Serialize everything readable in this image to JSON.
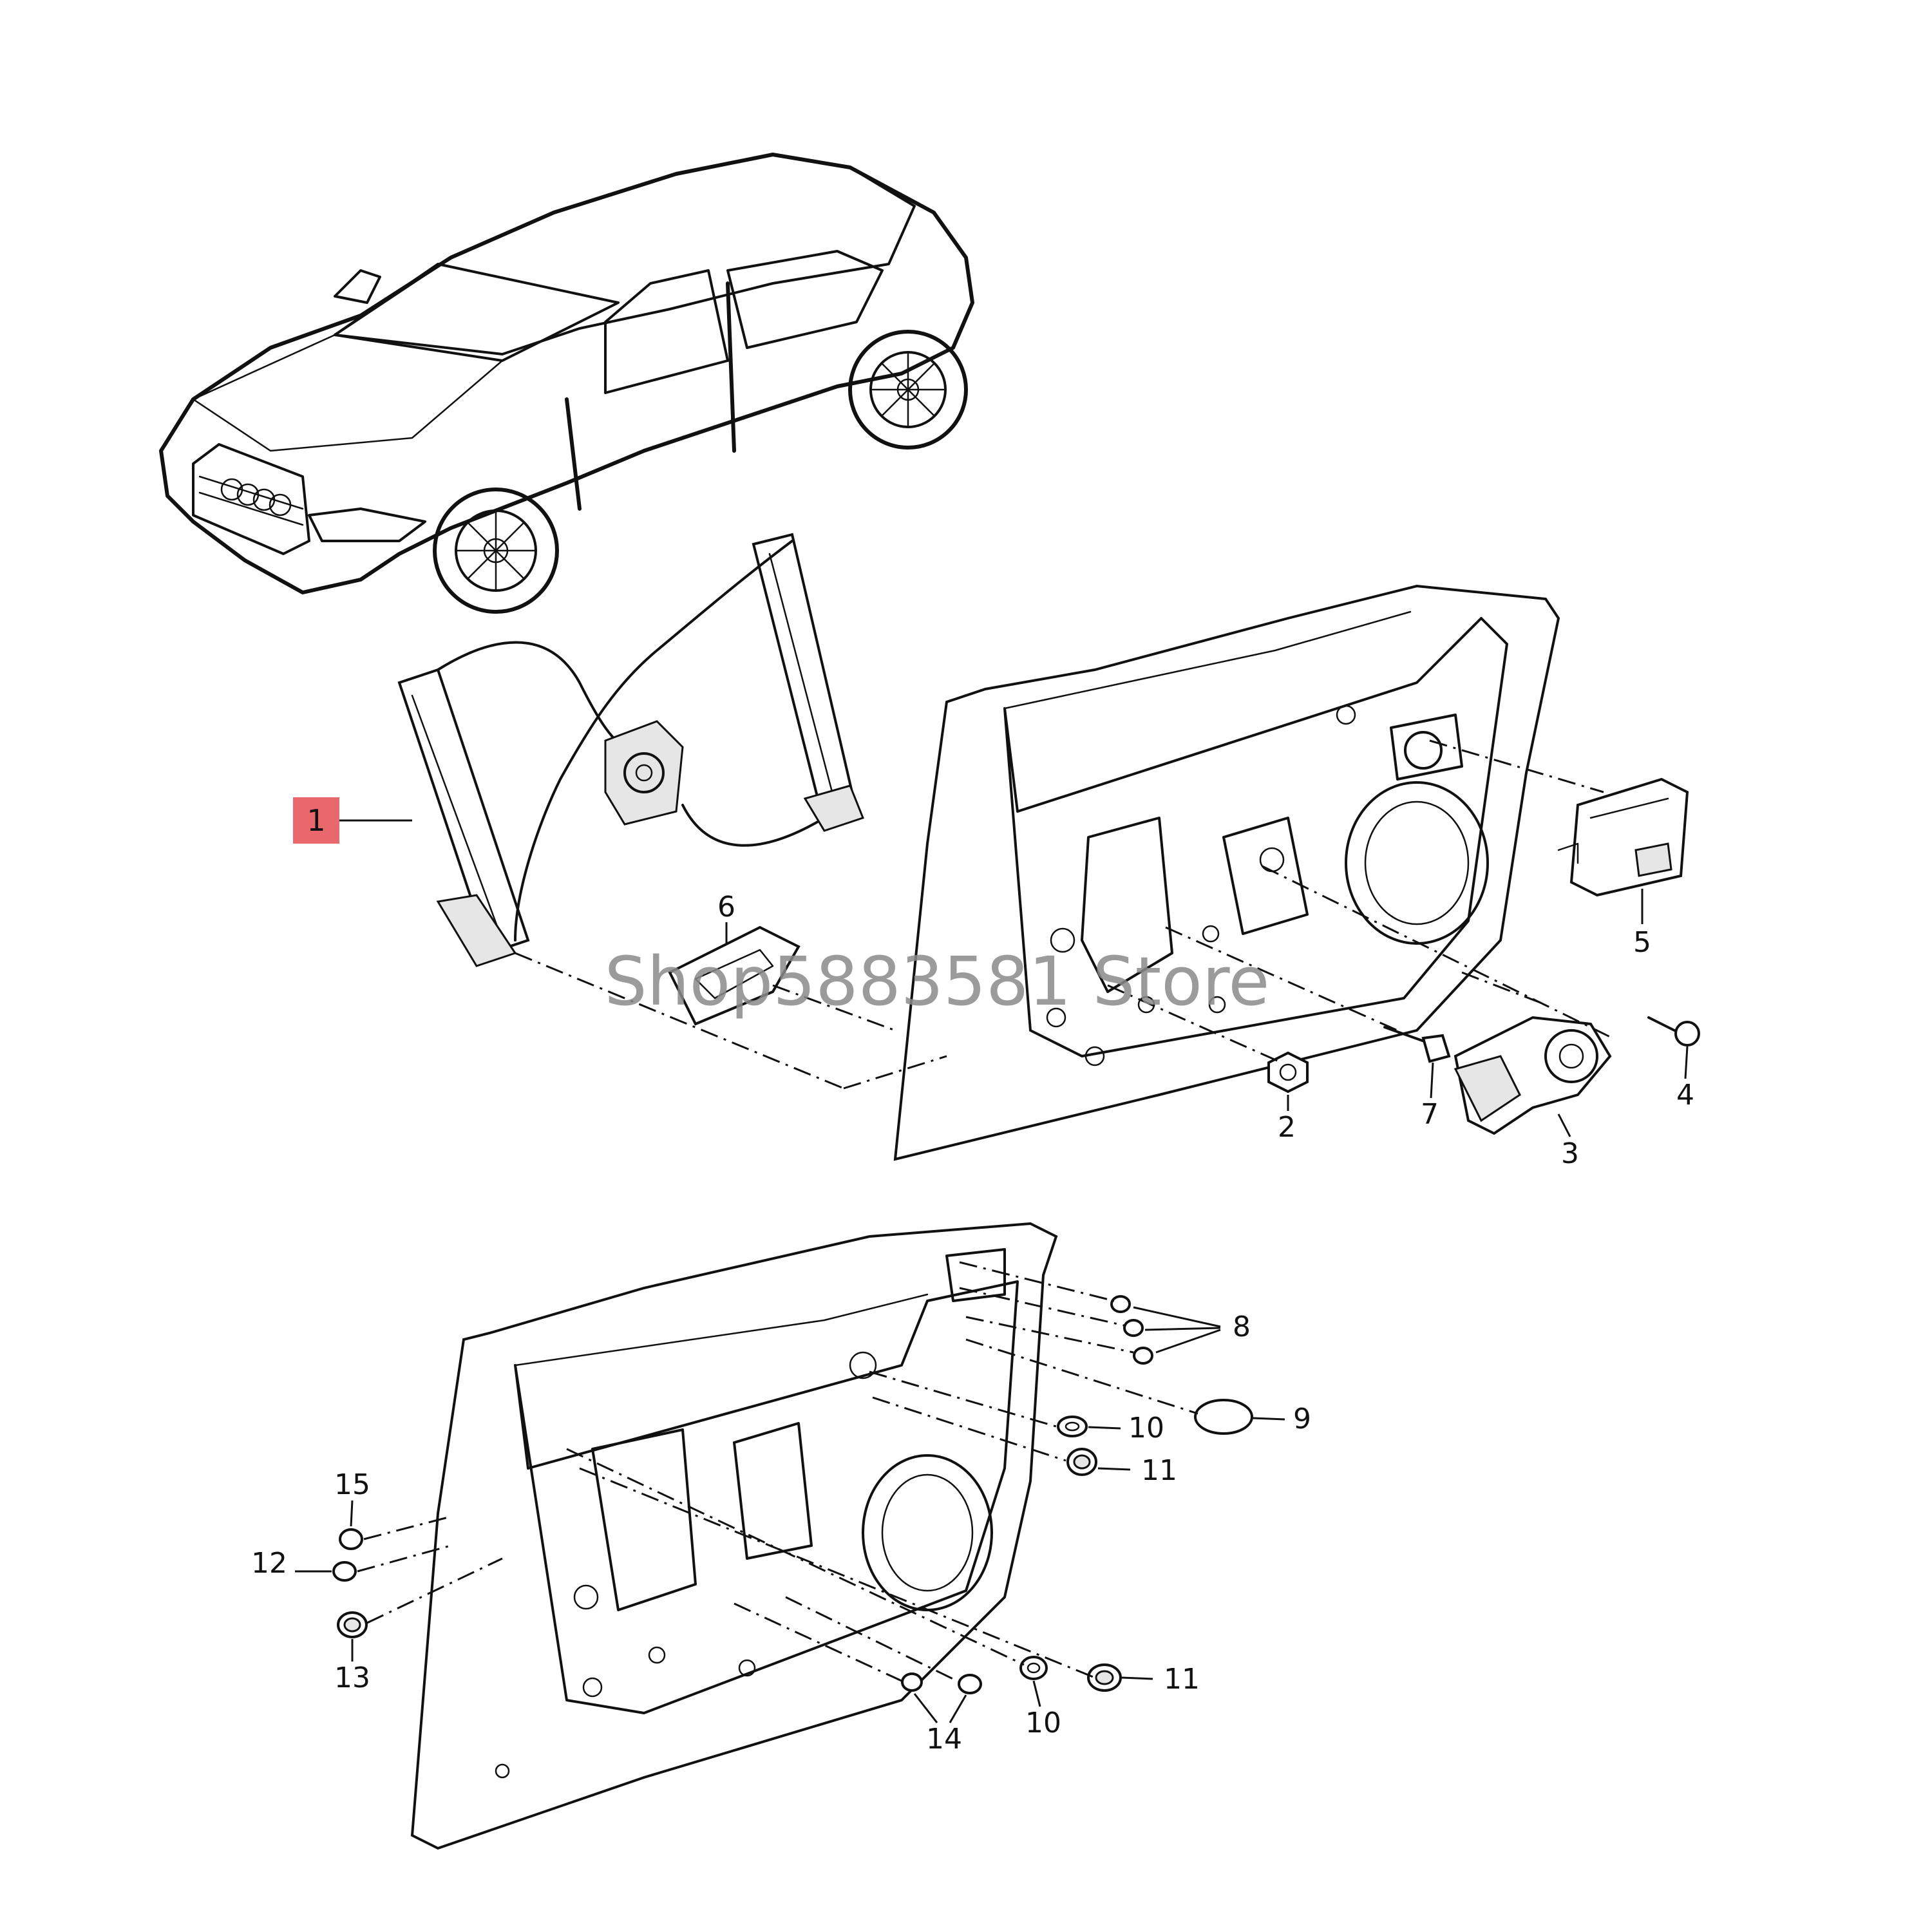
{
  "callouts": [
    {
      "id": "1",
      "label": "1",
      "highlighted": true,
      "highlight_color": "#e8686e"
    },
    {
      "id": "2",
      "label": "2"
    },
    {
      "id": "3",
      "label": "3"
    },
    {
      "id": "4",
      "label": "4"
    },
    {
      "id": "5",
      "label": "5"
    },
    {
      "id": "6",
      "label": "6"
    },
    {
      "id": "7",
      "label": "7"
    },
    {
      "id": "8",
      "label": "8"
    },
    {
      "id": "9",
      "label": "9"
    },
    {
      "id": "10a",
      "label": "10"
    },
    {
      "id": "10b",
      "label": "10"
    },
    {
      "id": "11a",
      "label": "11"
    },
    {
      "id": "11b",
      "label": "11"
    },
    {
      "id": "12",
      "label": "12"
    },
    {
      "id": "13",
      "label": "13"
    },
    {
      "id": "14",
      "label": "14"
    },
    {
      "id": "15",
      "label": "15"
    }
  ],
  "watermark": "Shop5883581 Store",
  "colors": {
    "highlight": "#e8686e",
    "ink": "#111111",
    "watermark": "#8a8a8a"
  }
}
